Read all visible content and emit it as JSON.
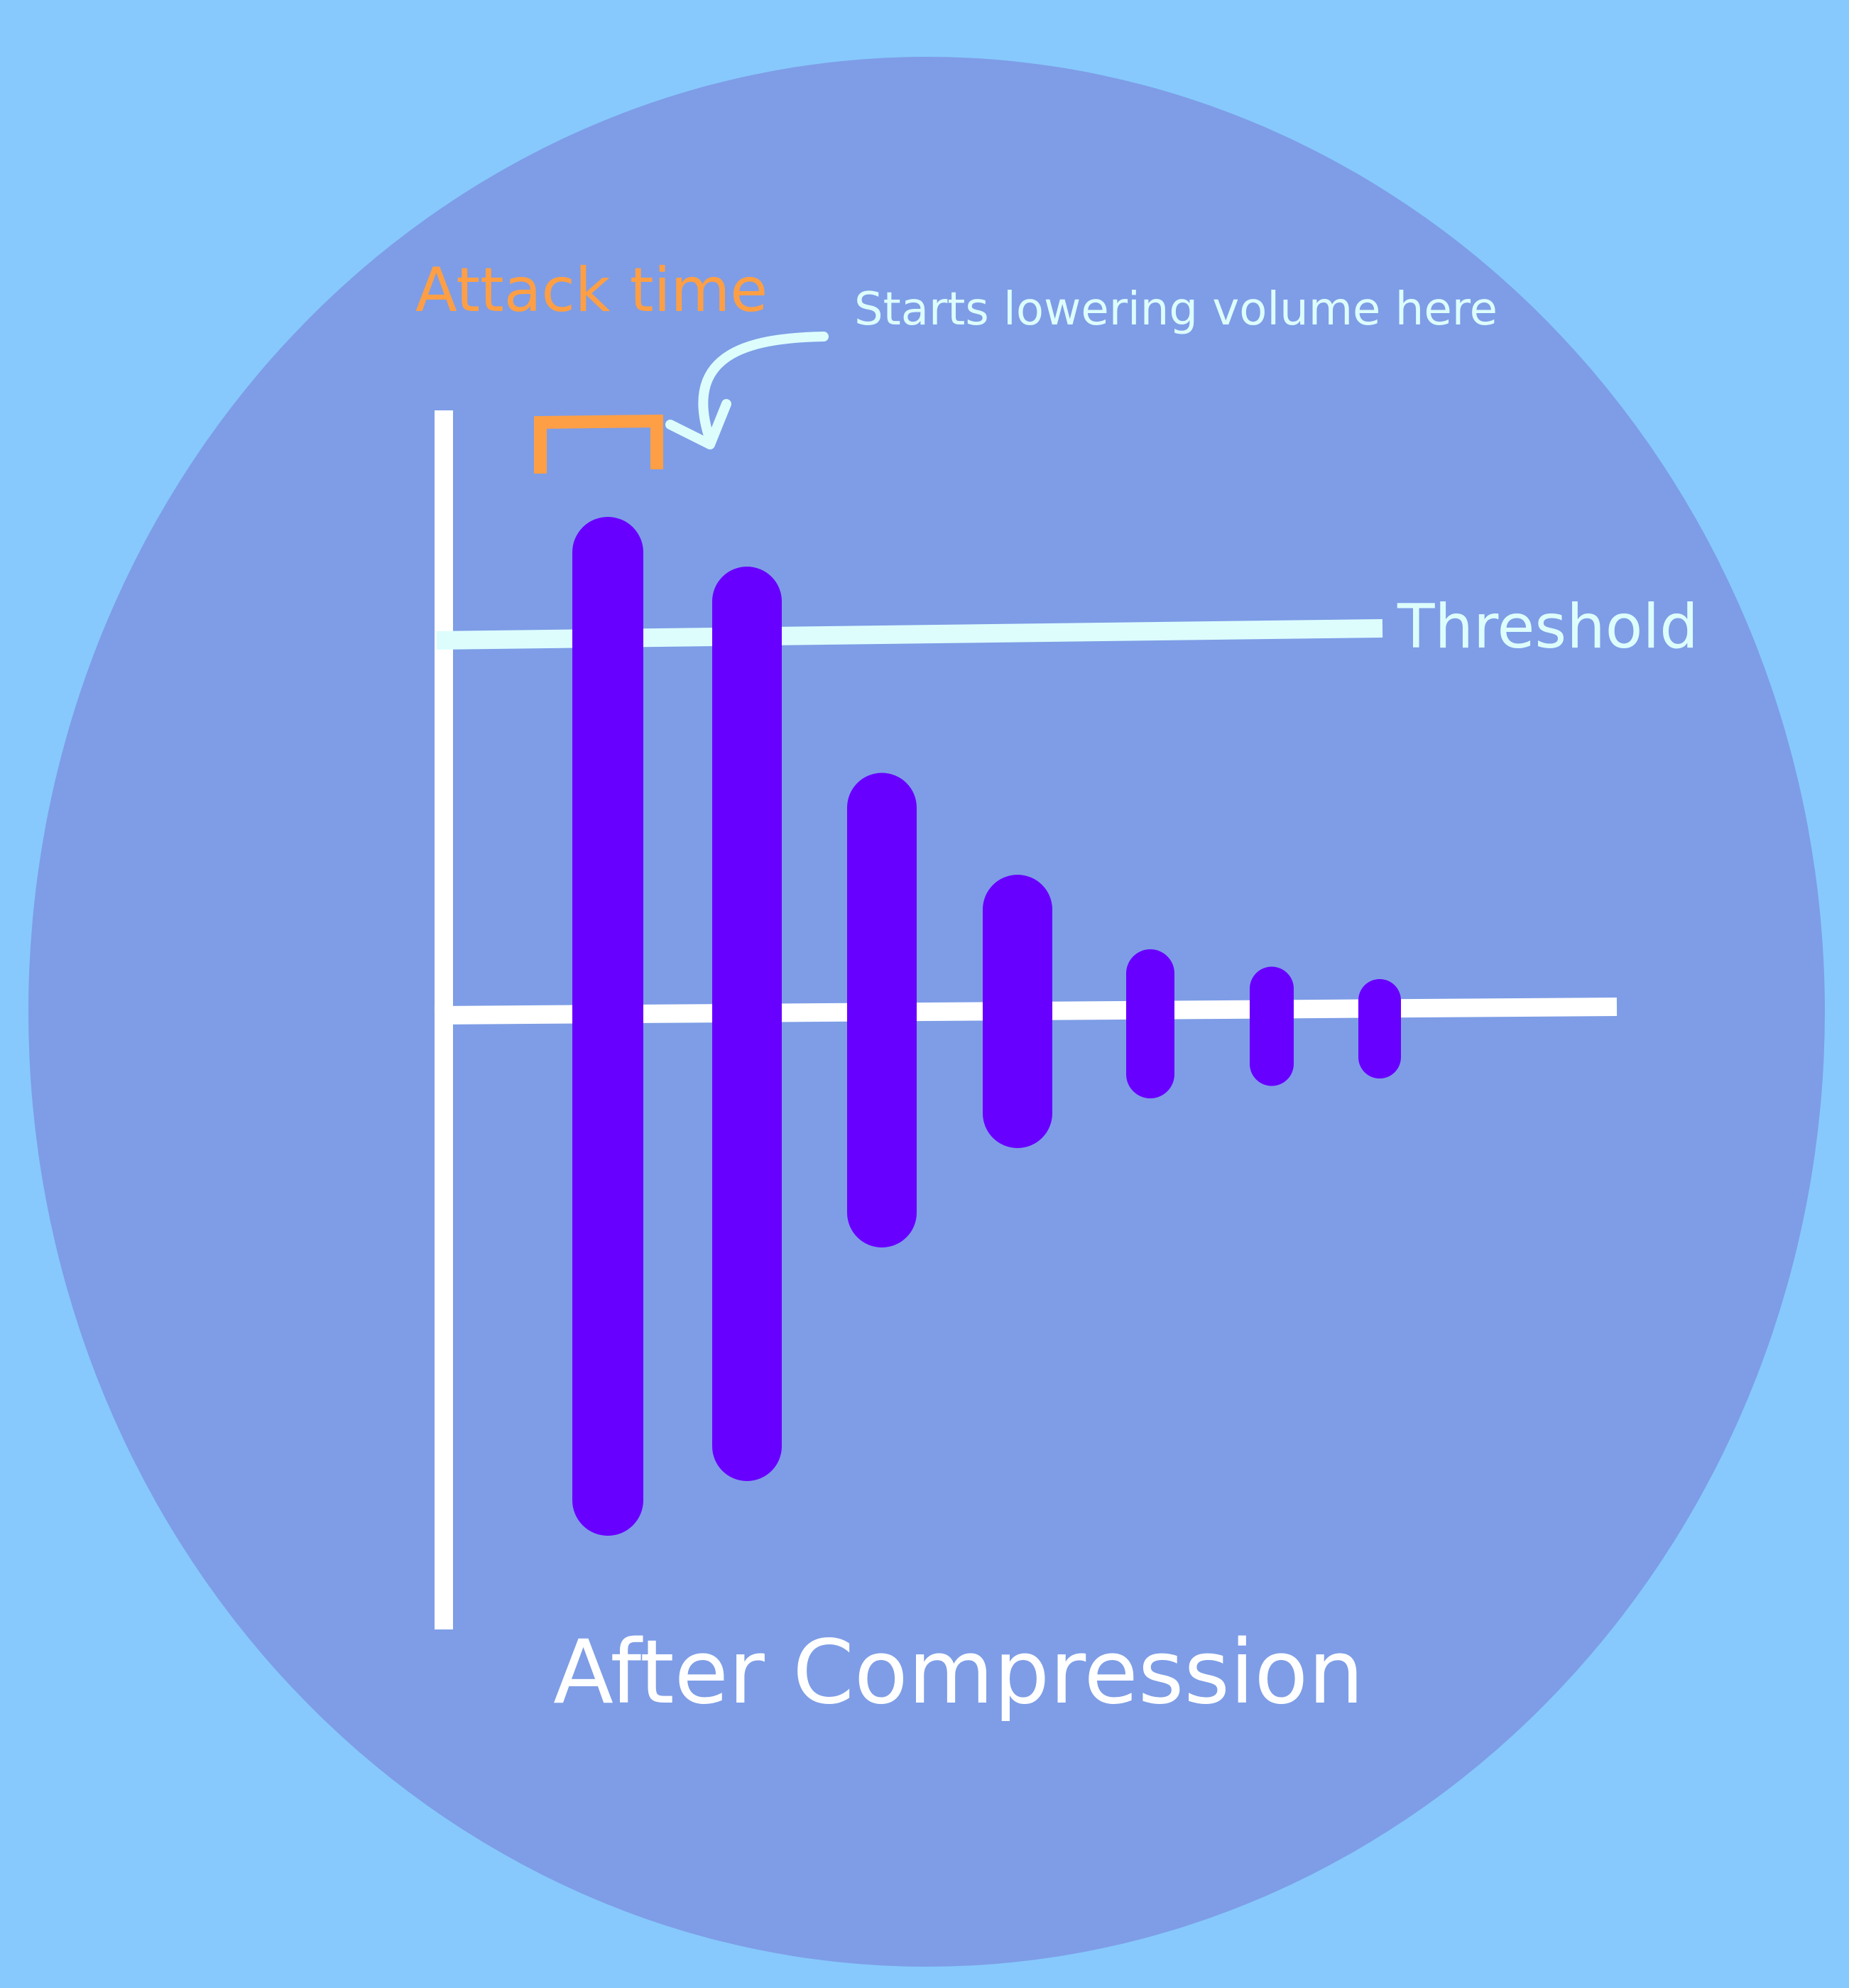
{
  "colors": {
    "background": "#87C9FD",
    "disc": "#7E9DE6",
    "axis": "#FFFFFF",
    "threshold": "#DDFDFD",
    "bars": "#6800FF",
    "attack": "#FF9F45",
    "annotation": "#DDFDFD",
    "title": "#FFFFFF"
  },
  "labels": {
    "attack_time": "Attack time",
    "starts_lowering": "Starts lowering volume here",
    "threshold": "Threshold",
    "title": "After Compression"
  },
  "bars": [
    {
      "name": "bar-1",
      "top": 1.0,
      "bottom": -1.05
    },
    {
      "name": "bar-2",
      "top": 0.9,
      "bottom": -0.94
    },
    {
      "name": "bar-3",
      "top": 0.485,
      "bottom": -0.47
    },
    {
      "name": "bar-4",
      "top": 0.28,
      "bottom": -0.27
    },
    {
      "name": "bar-5",
      "top": 0.13,
      "bottom": -0.17
    },
    {
      "name": "bar-6",
      "top": 0.095,
      "bottom": -0.145
    },
    {
      "name": "bar-7",
      "top": 0.07,
      "bottom": -0.13
    }
  ],
  "threshold_level": 0.78
}
